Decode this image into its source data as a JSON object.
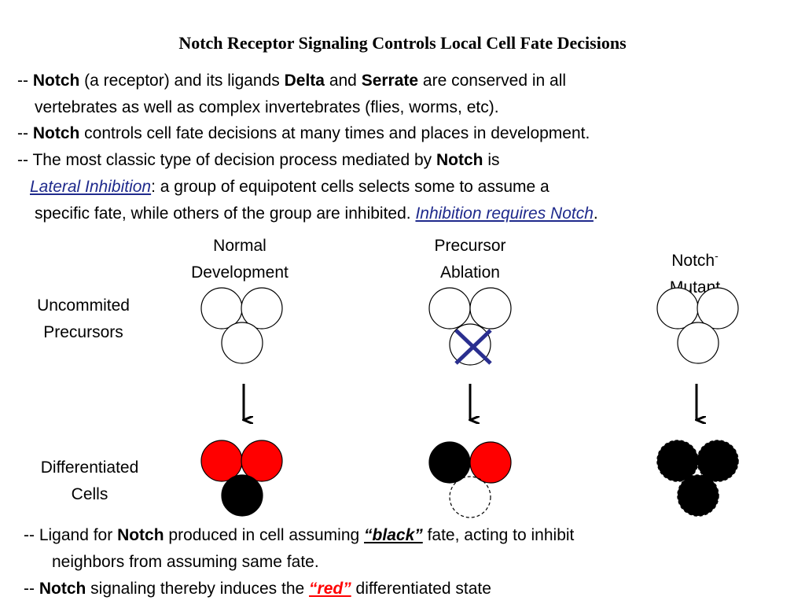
{
  "title": "Notch Receptor Signaling Controls Local Cell Fate Decisions",
  "intro": {
    "l1_a": "-- ",
    "l1_b": "Notch",
    "l1_c": " (a receptor) and its ligands ",
    "l1_d": "Delta",
    "l1_e": " and ",
    "l1_f": "Serrate",
    "l1_g": " are conserved in all",
    "l2": "vertebrates as well as complex invertebrates (flies, worms, etc).",
    "l3_a": "-- ",
    "l3_b": "Notch",
    "l3_c": " controls cell fate decisions at many times and places in development.",
    "l4_a": "-- The most classic type of decision process mediated by ",
    "l4_b": "Notch",
    "l4_c": " is",
    "l5_a": "Lateral Inhibition",
    "l5_b": ": a group of equipotent cells selects some to assume a",
    "l6_a": "specific fate, while others of the group are inhibited. ",
    "l6_b": "Inhibition requires Notch",
    "l6_c": "."
  },
  "columns": {
    "normal_1": "Normal",
    "normal_2": "Development",
    "ablation_1": "Precursor",
    "ablation_2": "Ablation",
    "mutant_1": "Notch",
    "mutant_sup": "-",
    "mutant_2": "Mutant"
  },
  "rows": {
    "uncommitted_1": "Uncommited",
    "uncommitted_2": "Precursors",
    "differentiated_1": "Differentiated",
    "differentiated_2": "Cells"
  },
  "footer": {
    "f1_a": "-- Ligand for ",
    "f1_b": "Notch",
    "f1_c": " produced in cell assuming ",
    "f1_d": "“black”",
    "f1_e": " fate, acting to inhibit",
    "f2": "neighbors from assuming same fate.",
    "f3_a": "-- ",
    "f3_b": "Notch",
    "f3_c": " signaling thereby induces the ",
    "f3_d": "“red”",
    "f3_e": " differentiated state"
  },
  "colors": {
    "red_cell": "#ff0000",
    "black_cell": "#000000",
    "ablation_x": "#2a2f8f",
    "lateral_inhibition": "#1f2a8c"
  }
}
